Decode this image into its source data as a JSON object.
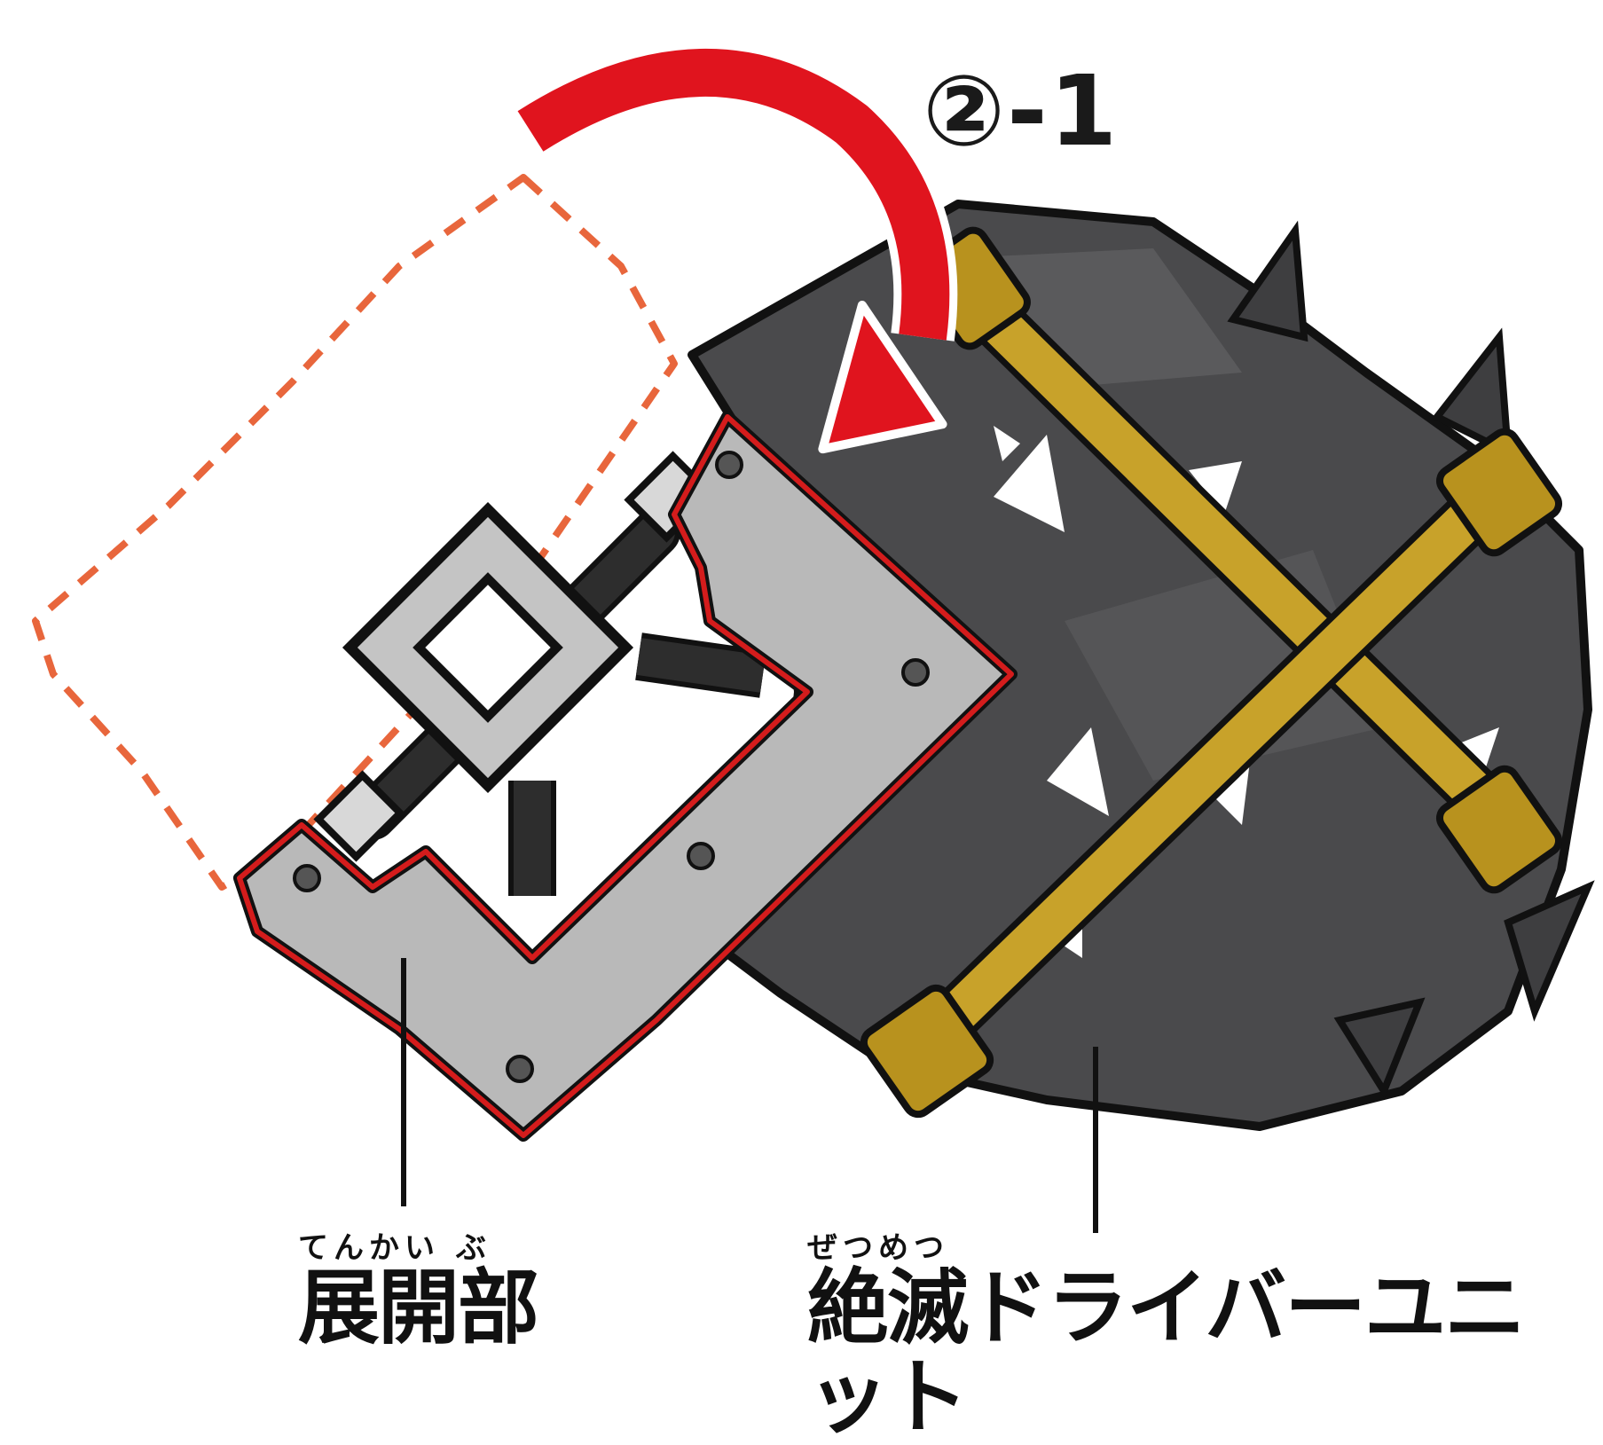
{
  "step": {
    "label": "②-1"
  },
  "labels": {
    "left": {
      "ruby": "てんかい ぶ",
      "text": "展開部"
    },
    "right": {
      "ruby": "ぜつめつ",
      "text": "絶滅ドライバーユニット"
    }
  },
  "colors": {
    "arrow": "#e0141e",
    "ghost_outline": "#e8663c",
    "unit_body": "#4a4a4c",
    "frame": "#c8a22a",
    "part": "#b9b9b9",
    "highlight": "#d41c1c"
  },
  "icons": {
    "arrow": "curved-arrow-icon"
  }
}
